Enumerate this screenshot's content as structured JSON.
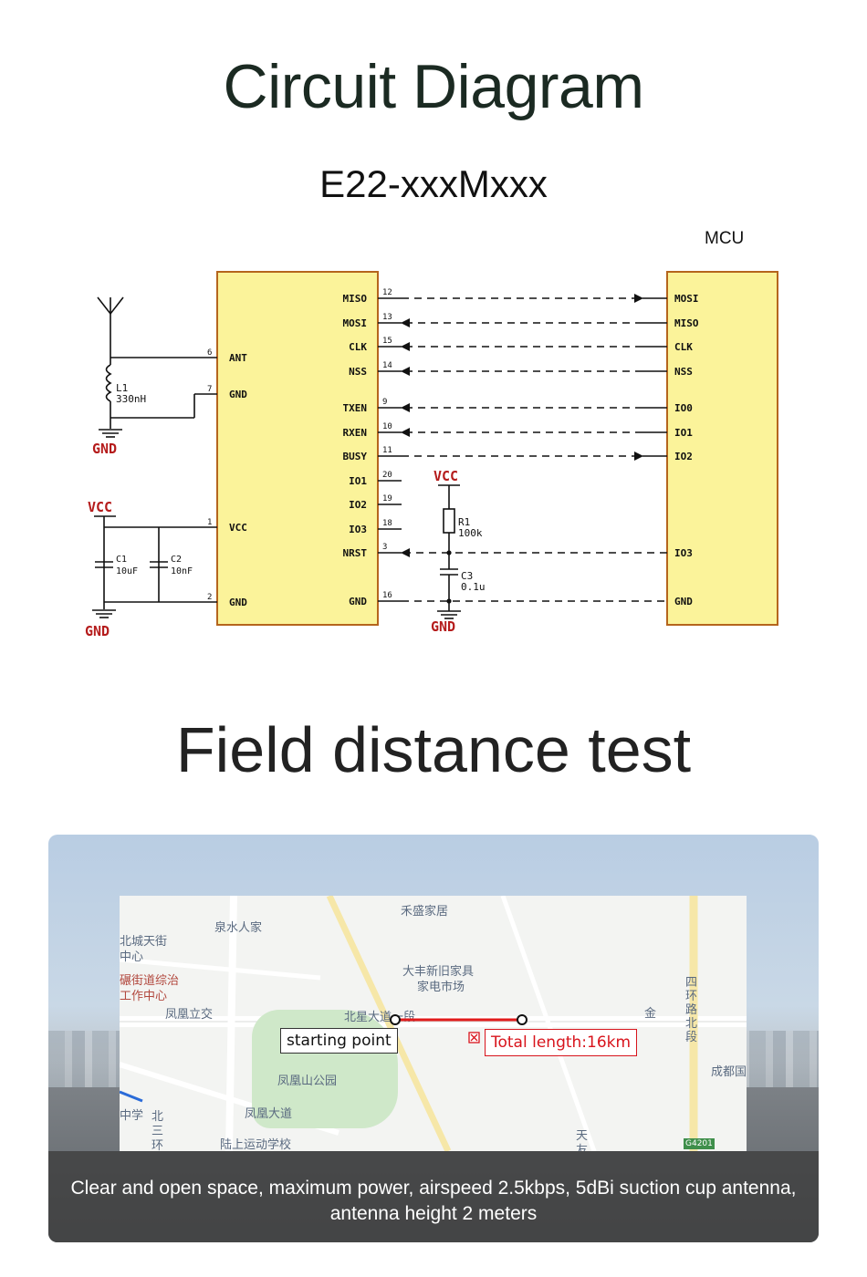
{
  "header": {
    "title": "Circuit Diagram",
    "model": "E22-xxxMxxx"
  },
  "circuit": {
    "mcu_title": "MCU",
    "module_right_pins": [
      {
        "name": "MISO",
        "num": "12"
      },
      {
        "name": "MOSI",
        "num": "13"
      },
      {
        "name": "CLK",
        "num": "15"
      },
      {
        "name": "NSS",
        "num": "14"
      },
      {
        "name": "TXEN",
        "num": "9"
      },
      {
        "name": "RXEN",
        "num": "10"
      },
      {
        "name": "BUSY",
        "num": "11"
      },
      {
        "name": "IO1",
        "num": "20"
      },
      {
        "name": "IO2",
        "num": "19"
      },
      {
        "name": "IO3",
        "num": "18"
      },
      {
        "name": "NRST",
        "num": "3"
      },
      {
        "name": "GND",
        "num": "16"
      }
    ],
    "module_left_pins": [
      {
        "name": "ANT",
        "num": "6"
      },
      {
        "name": "GND",
        "num": "7"
      },
      {
        "name": "VCC",
        "num": "1"
      },
      {
        "name": "GND",
        "num": "2"
      }
    ],
    "mcu_pins": [
      "MOSI",
      "MISO",
      "CLK",
      "NSS",
      "IO0",
      "IO1",
      "IO2",
      "IO3",
      "GND"
    ],
    "l1": {
      "ref": "L1",
      "value": "330nH"
    },
    "c1": {
      "ref": "C1",
      "value": "10uF"
    },
    "c2": {
      "ref": "C2",
      "value": "10nF"
    },
    "r1": {
      "ref": "R1",
      "value": "100k"
    },
    "c3": {
      "ref": "C3",
      "value": "0.1u"
    },
    "vcc": "VCC",
    "gnd": "GND"
  },
  "field_test": {
    "title": "Field distance test",
    "start_label": "starting point",
    "total_label": "Total length:16km",
    "caption": "Clear and open space, maximum power, airspeed 2.5kbps, 5dBi suction cup antenna, antenna height 2 meters",
    "map_labels": {
      "l1": "泉水人家",
      "l2": "禾盛家居",
      "l3": "北城天街",
      "l4": "中心",
      "l5": "碾街道综治",
      "l6": "工作中心",
      "l7": "大丰新旧家具",
      "l8": "家电市场",
      "l9": "凤凰立交",
      "l10": "北星大道一段",
      "l11": "金",
      "l12": "四环路北段",
      "l13": "凤凰山公园",
      "l14": "凤凰大道",
      "l15": "成都国",
      "l16": "中学",
      "l17": "北三环",
      "l18": "陆上运动学校",
      "l19": "天友",
      "l20": "G4201"
    }
  }
}
